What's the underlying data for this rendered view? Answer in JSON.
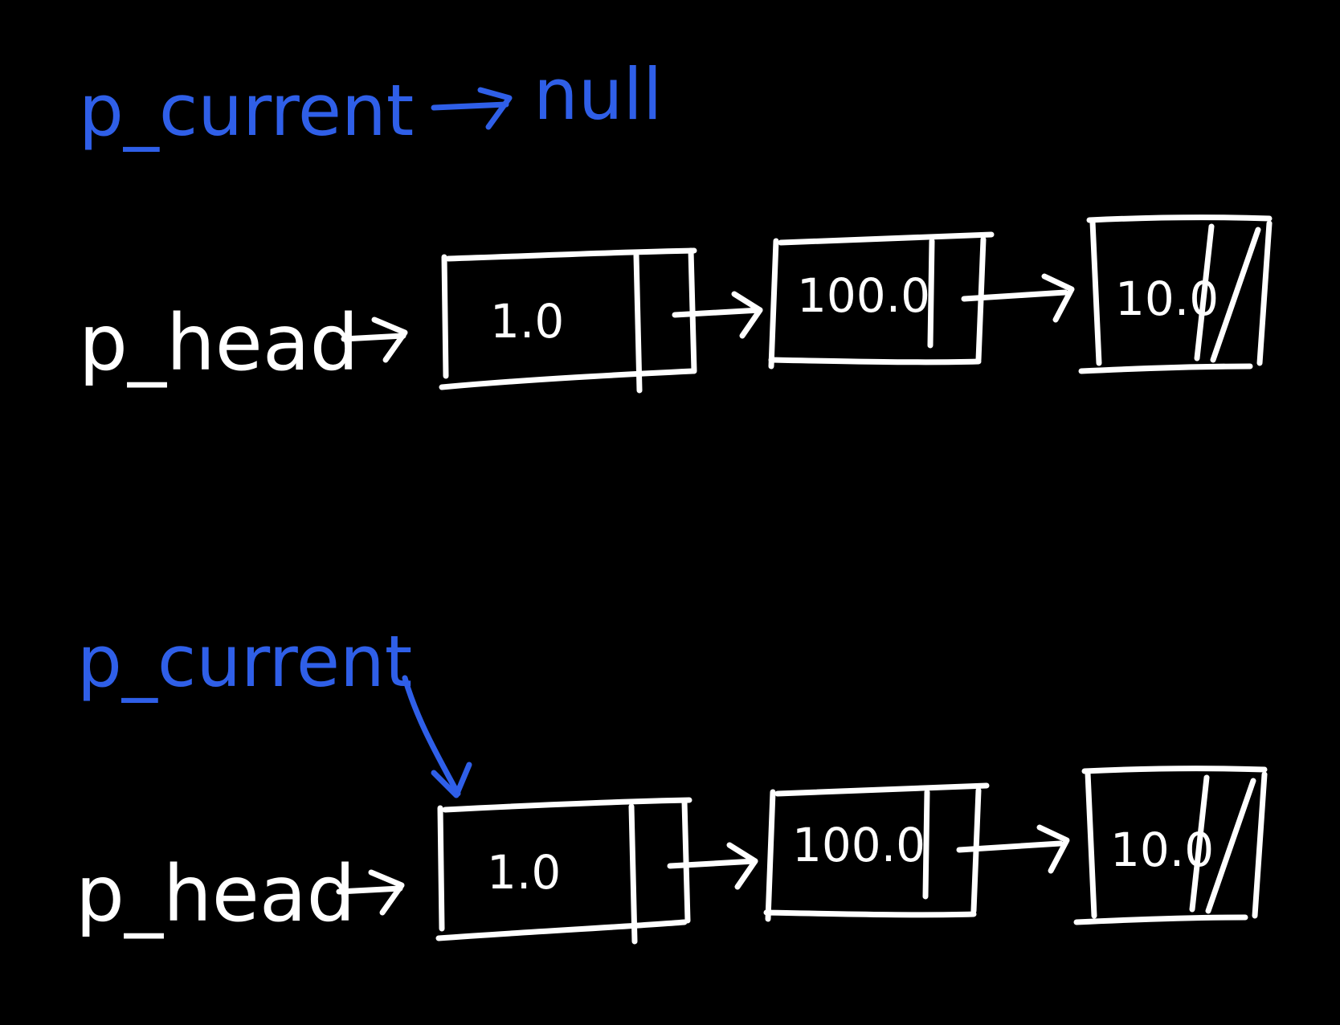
{
  "colors": {
    "background": "#000000",
    "ink": "#ffffff",
    "pointer_ink": "#2f5fe8"
  },
  "diagram1": {
    "current_label": "p_current",
    "current_target": "null",
    "head_label": "p_head",
    "nodes": [
      {
        "value": "1.0"
      },
      {
        "value": "100.0"
      },
      {
        "value": "10.0"
      }
    ]
  },
  "diagram2": {
    "current_label": "p_current",
    "head_label": "p_head",
    "nodes": [
      {
        "value": "1.0"
      },
      {
        "value": "100.0"
      },
      {
        "value": "10.0"
      }
    ]
  }
}
